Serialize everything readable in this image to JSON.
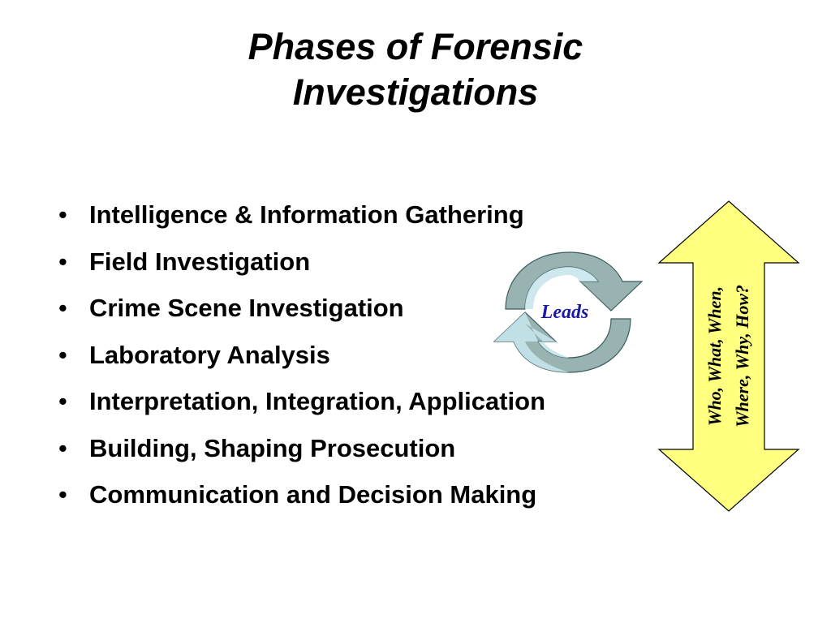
{
  "title": {
    "line1": "Phases of Forensic",
    "line2": "Investigations"
  },
  "bullet_symbol": "•",
  "bullets": [
    "Intelligence & Information Gathering",
    "Field Investigation",
    "Crime Scene Investigation",
    "Laboratory Analysis",
    "Interpretation, Integration, Application",
    "Building, Shaping Prosecution",
    "Communication and Decision Making"
  ],
  "cycle": {
    "label": "Leads",
    "label_color": "#1a1aa6",
    "arrow_fill_dark": "#99b3b3",
    "arrow_fill_light": "#c5e4ea"
  },
  "double_arrow": {
    "line1": "Who, What, When,",
    "line2": "Where, Why, How?",
    "fill": "#ffff80"
  }
}
